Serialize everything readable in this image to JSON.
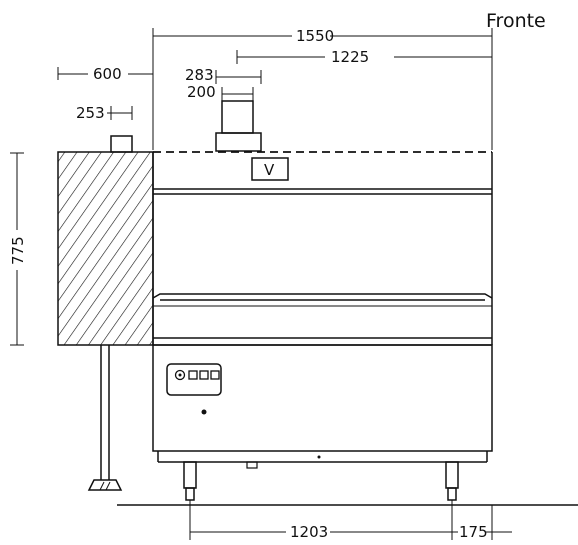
{
  "view_title": "Fronte",
  "dimensions": {
    "overall_width": "1550",
    "offset_right": "1225",
    "duct_outer": "283",
    "duct_inner": "200",
    "side_hood": "600",
    "side_duct": "253",
    "hood_height": "775",
    "leg_span": "1203",
    "leg_offset": "175"
  },
  "panel_label": "V",
  "colors": {
    "ink": "#111111",
    "background": "#ffffff"
  }
}
